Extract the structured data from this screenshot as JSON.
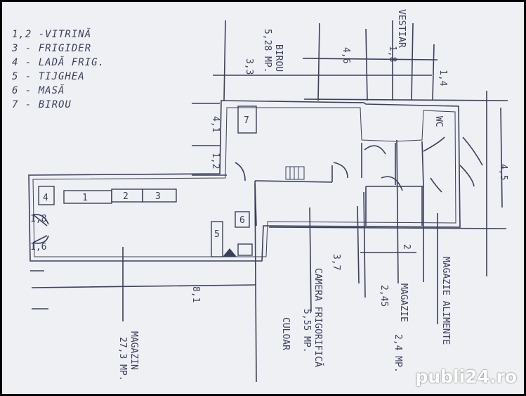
{
  "legend": [
    "1,2 -VITRINĂ",
    "3 - FRIGIDER",
    "4 - LADĂ FRIG.",
    "5 - TIJGHEA",
    "6 - MASĂ",
    "7 - BIROU"
  ],
  "labels": {
    "birou": "BIROU",
    "birou_area": "5,28 MP.",
    "birou_dim": "3,3",
    "vestiar": "VESTIAR",
    "wc": "WC",
    "camera_frigorifica": "CAMERA FRIGORIFICĂ",
    "camera_area": "5,55 MP.",
    "culoar": "CULOAR",
    "magazie": "MAGAZIE",
    "magazie_area": "2,4 MP.",
    "magazie_alimente": "MAGAZIE ALIMENTE",
    "magazin": "MAGAZIN",
    "magazin_area": "27,3 MP.",
    "dim_46": "4,6",
    "dim_18": "1,8",
    "dim_14": "1,4",
    "dim_12": "1,2",
    "dim_41": "4,1",
    "dim_45": "4,5",
    "dim_37": "3,7",
    "dim_2": "2",
    "dim_81": "8,1",
    "dim_dots": "2,45"
  },
  "furniture": {
    "f1": "1",
    "f2": "2",
    "f3": "3",
    "f4": "4",
    "f5": "5",
    "f6": "6",
    "f7": "7",
    "door_1": "1,8",
    "door_2": "1,6"
  },
  "watermark": "publi24.ro",
  "colors": {
    "ink": "#3a3f5c",
    "paper": "#eef0f3"
  }
}
